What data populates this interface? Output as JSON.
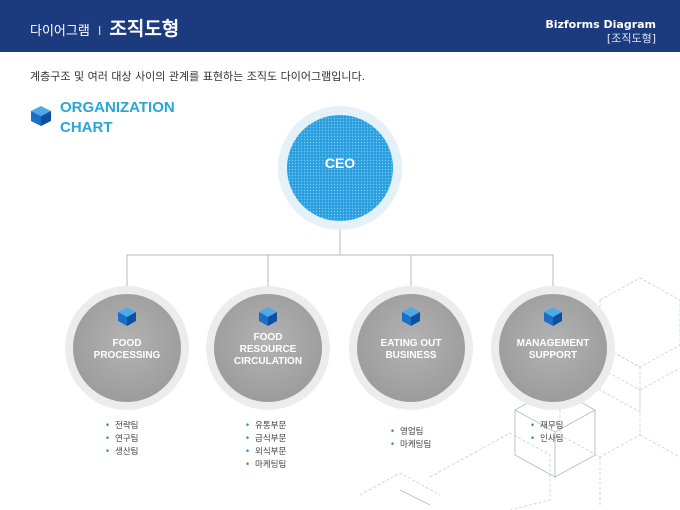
{
  "header": {
    "left_title": "다이어그램",
    "separator": "I",
    "main_title": "조직도형",
    "brand_line1": "Bizforms Diagram",
    "brand_line2": "[조직도형]"
  },
  "subtitle": "계층구조 및 여러 대상 사이의 관계를 표현하는 조직도 다이어그램입니다.",
  "section": {
    "title_line1": "ORGANIZATION",
    "title_line2": "CHART",
    "icon": "cube-icon"
  },
  "colors": {
    "header_bg": "#1c3a7e",
    "accent": "#2aa6d6",
    "ceo_fill": "#2a9fe0",
    "dept_fill": "#a7a7a7",
    "bullet": "#2a8ad6"
  },
  "org": {
    "ceo": "CEO",
    "departments": [
      {
        "lines": [
          "FOOD",
          "PROCESSING"
        ],
        "items": [
          "전략팀",
          "연구팀",
          "생산팀"
        ]
      },
      {
        "lines": [
          "FOOD",
          "RESOURCE",
          "CIRCULATION"
        ],
        "items": [
          "유통부문",
          "급식부문",
          "외식부문",
          "마케팅팀"
        ]
      },
      {
        "lines": [
          "EATING OUT",
          "BUSINESS"
        ],
        "items": [
          "영업팀",
          "마케팅팀"
        ]
      },
      {
        "lines": [
          "MANAGEMENT",
          "SUPPORT"
        ],
        "items": [
          "재무팀",
          "인사팀"
        ]
      }
    ]
  }
}
